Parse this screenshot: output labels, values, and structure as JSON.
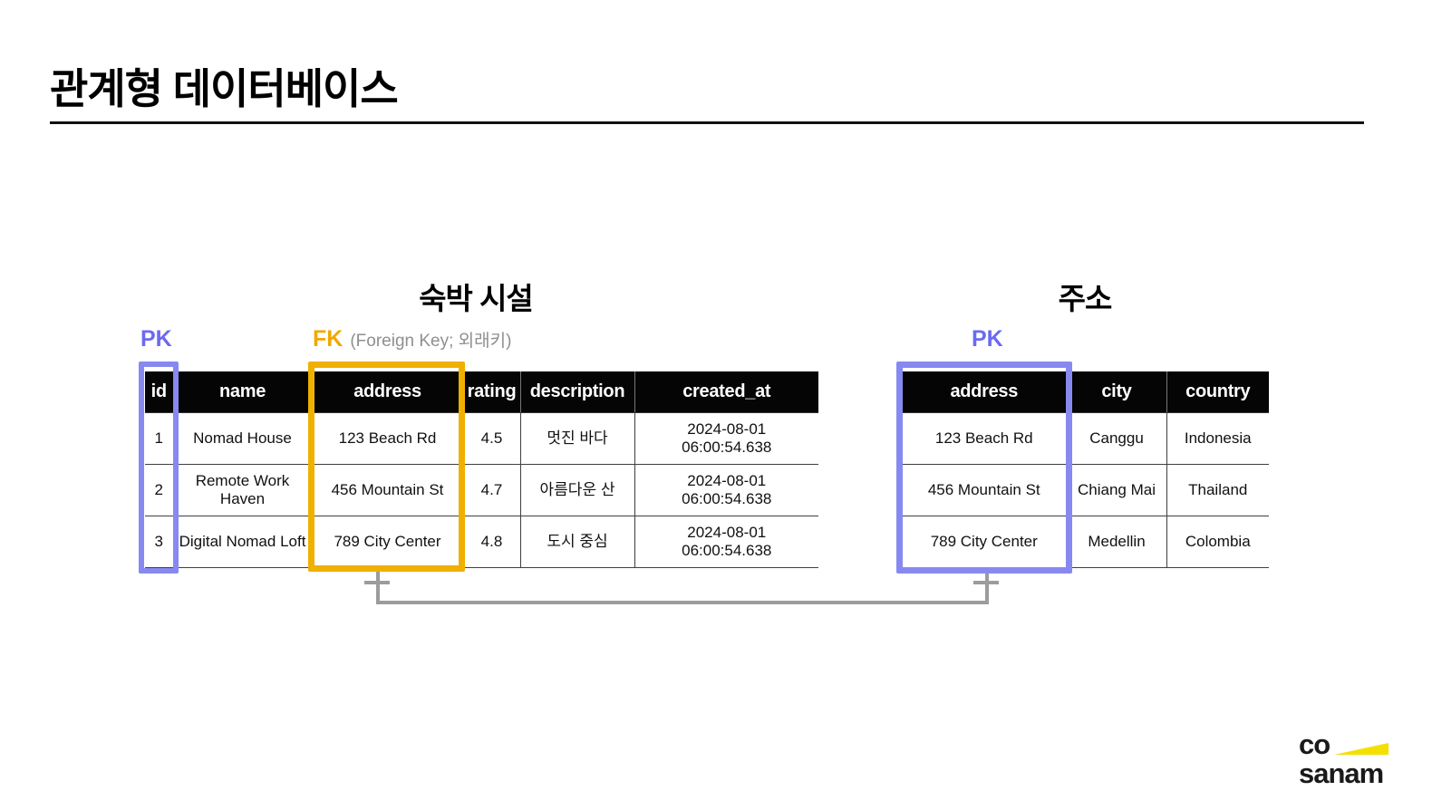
{
  "slide": {
    "title": "관계형 데이터베이스"
  },
  "colors": {
    "pk_text": "#6b6af3",
    "pk_box_border": "#8789f1",
    "fk_text": "#f0a800",
    "fk_box_border": "#f0b000",
    "note_gray": "#8f8f8f",
    "table_header_bg": "#050505",
    "connector_gray": "#9c9c9c",
    "logo_yellow": "#f3e000"
  },
  "accommodation_table": {
    "title": "숙박 시설",
    "pk_label": "PK",
    "fk_label": "FK",
    "fk_note": "(Foreign Key; 외래키)",
    "columns": [
      "id",
      "name",
      "address",
      "rating",
      "description",
      "created_at"
    ],
    "rows": [
      [
        "1",
        "Nomad House",
        "123 Beach Rd",
        "4.5",
        "멋진 바다",
        "2024-08-01 06:00:54.638"
      ],
      [
        "2",
        "Remote Work Haven",
        "456 Mountain St",
        "4.7",
        "아름다운 산",
        "2024-08-01 06:00:54.638"
      ],
      [
        "3",
        "Digital Nomad Loft",
        "789 City Center",
        "4.8",
        "도시 중심",
        "2024-08-01 06:00:54.638"
      ]
    ]
  },
  "address_table": {
    "title": "주소",
    "pk_label": "PK",
    "columns": [
      "address",
      "city",
      "country"
    ],
    "rows": [
      [
        "123 Beach Rd",
        "Canggu",
        "Indonesia"
      ],
      [
        "456 Mountain St",
        "Chiang Mai",
        "Thailand"
      ],
      [
        "789 City Center",
        "Medellin",
        "Colombia"
      ]
    ]
  },
  "logo": {
    "line1": "co",
    "line2": "sanam"
  }
}
